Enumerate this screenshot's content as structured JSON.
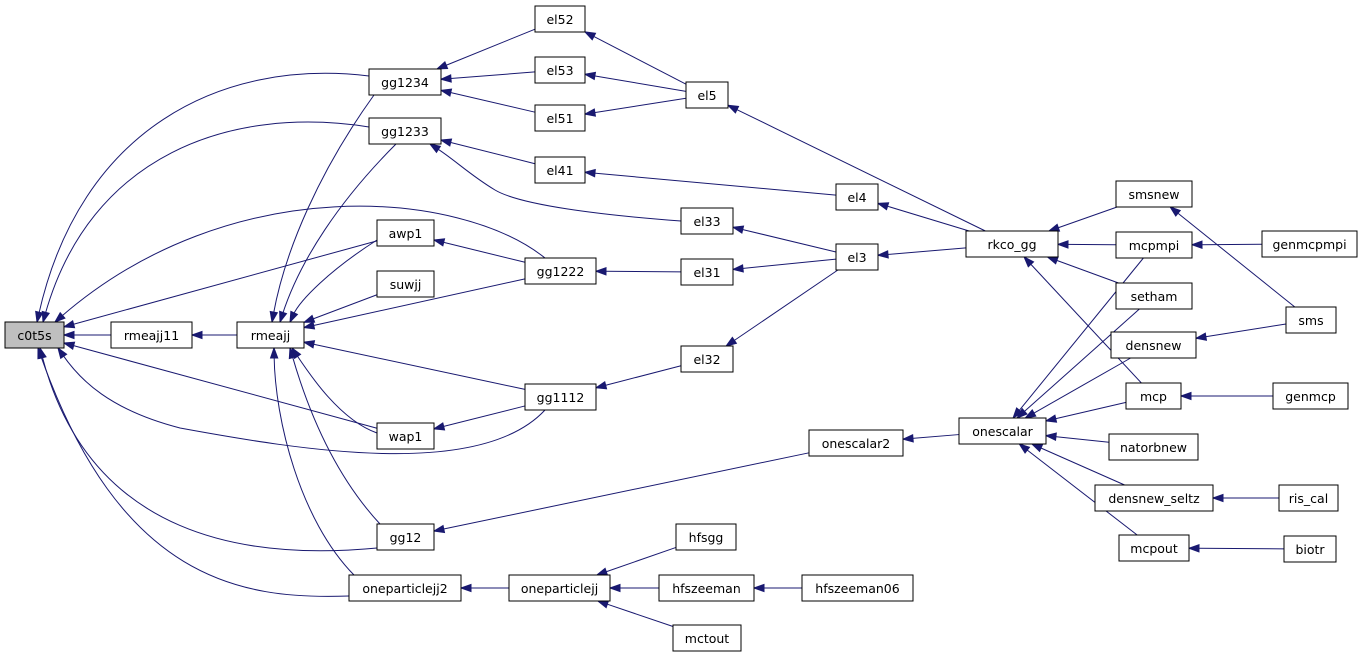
{
  "graph": {
    "root": "c0t5s",
    "nodes": [
      {
        "id": "c0t5s",
        "label": "c0t5s"
      },
      {
        "id": "rmeajj11",
        "label": "rmeajj11"
      },
      {
        "id": "rmeajj",
        "label": "rmeajj"
      },
      {
        "id": "gg1234",
        "label": "gg1234"
      },
      {
        "id": "gg1233",
        "label": "gg1233"
      },
      {
        "id": "awp1",
        "label": "awp1"
      },
      {
        "id": "suwjj",
        "label": "suwjj"
      },
      {
        "id": "wap1",
        "label": "wap1"
      },
      {
        "id": "gg12",
        "label": "gg12"
      },
      {
        "id": "oneparticlejj2",
        "label": "oneparticlejj2"
      },
      {
        "id": "gg1222",
        "label": "gg1222"
      },
      {
        "id": "gg1112",
        "label": "gg1112"
      },
      {
        "id": "oneparticlejj",
        "label": "oneparticlejj"
      },
      {
        "id": "el52",
        "label": "el52"
      },
      {
        "id": "el53",
        "label": "el53"
      },
      {
        "id": "el51",
        "label": "el51"
      },
      {
        "id": "el41",
        "label": "el41"
      },
      {
        "id": "el33",
        "label": "el33"
      },
      {
        "id": "el31",
        "label": "el31"
      },
      {
        "id": "el32",
        "label": "el32"
      },
      {
        "id": "onescalar2",
        "label": "onescalar2"
      },
      {
        "id": "hfsgg",
        "label": "hfsgg"
      },
      {
        "id": "hfszeeman",
        "label": "hfszeeman"
      },
      {
        "id": "mctout",
        "label": "mctout"
      },
      {
        "id": "el5",
        "label": "el5"
      },
      {
        "id": "el4",
        "label": "el4"
      },
      {
        "id": "el3",
        "label": "el3"
      },
      {
        "id": "hfszeeman06",
        "label": "hfszeeman06"
      },
      {
        "id": "rkco_gg",
        "label": "rkco_gg"
      },
      {
        "id": "onescalar",
        "label": "onescalar"
      },
      {
        "id": "smsnew",
        "label": "smsnew"
      },
      {
        "id": "mcpmpi",
        "label": "mcpmpi"
      },
      {
        "id": "setham",
        "label": "setham"
      },
      {
        "id": "densnew",
        "label": "densnew"
      },
      {
        "id": "mcp",
        "label": "mcp"
      },
      {
        "id": "natorbnew",
        "label": "natorbnew"
      },
      {
        "id": "densnew_seltz",
        "label": "densnew_seltz"
      },
      {
        "id": "mcpout",
        "label": "mcpout"
      },
      {
        "id": "genmcpmpi",
        "label": "genmcpmpi"
      },
      {
        "id": "sms",
        "label": "sms"
      },
      {
        "id": "genmcp",
        "label": "genmcp"
      },
      {
        "id": "ris_cal",
        "label": "ris_cal"
      },
      {
        "id": "biotr",
        "label": "biotr"
      }
    ],
    "edges": [
      {
        "from": "rmeajj11",
        "to": "c0t5s"
      },
      {
        "from": "gg1234",
        "to": "c0t5s"
      },
      {
        "from": "gg1233",
        "to": "c0t5s"
      },
      {
        "from": "awp1",
        "to": "c0t5s"
      },
      {
        "from": "gg1222",
        "to": "c0t5s"
      },
      {
        "from": "wap1",
        "to": "c0t5s"
      },
      {
        "from": "gg1112",
        "to": "c0t5s"
      },
      {
        "from": "gg12",
        "to": "c0t5s"
      },
      {
        "from": "oneparticlejj2",
        "to": "c0t5s"
      },
      {
        "from": "rmeajj",
        "to": "rmeajj11"
      },
      {
        "from": "gg1234",
        "to": "rmeajj"
      },
      {
        "from": "gg1233",
        "to": "rmeajj"
      },
      {
        "from": "awp1",
        "to": "rmeajj"
      },
      {
        "from": "suwjj",
        "to": "rmeajj"
      },
      {
        "from": "gg1222",
        "to": "rmeajj"
      },
      {
        "from": "wap1",
        "to": "rmeajj"
      },
      {
        "from": "gg1112",
        "to": "rmeajj"
      },
      {
        "from": "gg12",
        "to": "rmeajj"
      },
      {
        "from": "oneparticlejj2",
        "to": "rmeajj"
      },
      {
        "from": "el52",
        "to": "gg1234"
      },
      {
        "from": "el53",
        "to": "gg1234"
      },
      {
        "from": "el51",
        "to": "gg1234"
      },
      {
        "from": "el41",
        "to": "gg1233"
      },
      {
        "from": "el33",
        "to": "gg1233"
      },
      {
        "from": "gg1222",
        "to": "awp1"
      },
      {
        "from": "gg1112",
        "to": "wap1"
      },
      {
        "from": "el31",
        "to": "gg1222"
      },
      {
        "from": "el32",
        "to": "gg1112"
      },
      {
        "from": "onescalar2",
        "to": "gg12"
      },
      {
        "from": "oneparticlejj",
        "to": "oneparticlejj2"
      },
      {
        "from": "el5",
        "to": "el52"
      },
      {
        "from": "el5",
        "to": "el53"
      },
      {
        "from": "el5",
        "to": "el51"
      },
      {
        "from": "el4",
        "to": "el41"
      },
      {
        "from": "el3",
        "to": "el33"
      },
      {
        "from": "el3",
        "to": "el31"
      },
      {
        "from": "el3",
        "to": "el32"
      },
      {
        "from": "onescalar",
        "to": "onescalar2"
      },
      {
        "from": "hfsgg",
        "to": "oneparticlejj"
      },
      {
        "from": "hfszeeman",
        "to": "oneparticlejj"
      },
      {
        "from": "mctout",
        "to": "oneparticlejj"
      },
      {
        "from": "hfszeeman06",
        "to": "hfszeeman"
      },
      {
        "from": "rkco_gg",
        "to": "el5"
      },
      {
        "from": "rkco_gg",
        "to": "el4"
      },
      {
        "from": "rkco_gg",
        "to": "el3"
      },
      {
        "from": "smsnew",
        "to": "rkco_gg"
      },
      {
        "from": "mcpmpi",
        "to": "rkco_gg"
      },
      {
        "from": "setham",
        "to": "rkco_gg"
      },
      {
        "from": "mcp",
        "to": "rkco_gg"
      },
      {
        "from": "mcpmpi",
        "to": "onescalar"
      },
      {
        "from": "setham",
        "to": "onescalar"
      },
      {
        "from": "densnew",
        "to": "onescalar"
      },
      {
        "from": "mcp",
        "to": "onescalar"
      },
      {
        "from": "natorbnew",
        "to": "onescalar"
      },
      {
        "from": "densnew_seltz",
        "to": "onescalar"
      },
      {
        "from": "mcpout",
        "to": "onescalar"
      },
      {
        "from": "sms",
        "to": "smsnew"
      },
      {
        "from": "genmcpmpi",
        "to": "mcpmpi"
      },
      {
        "from": "sms",
        "to": "densnew"
      },
      {
        "from": "genmcp",
        "to": "mcp"
      },
      {
        "from": "ris_cal",
        "to": "densnew_seltz"
      },
      {
        "from": "biotr",
        "to": "mcpout"
      }
    ]
  }
}
